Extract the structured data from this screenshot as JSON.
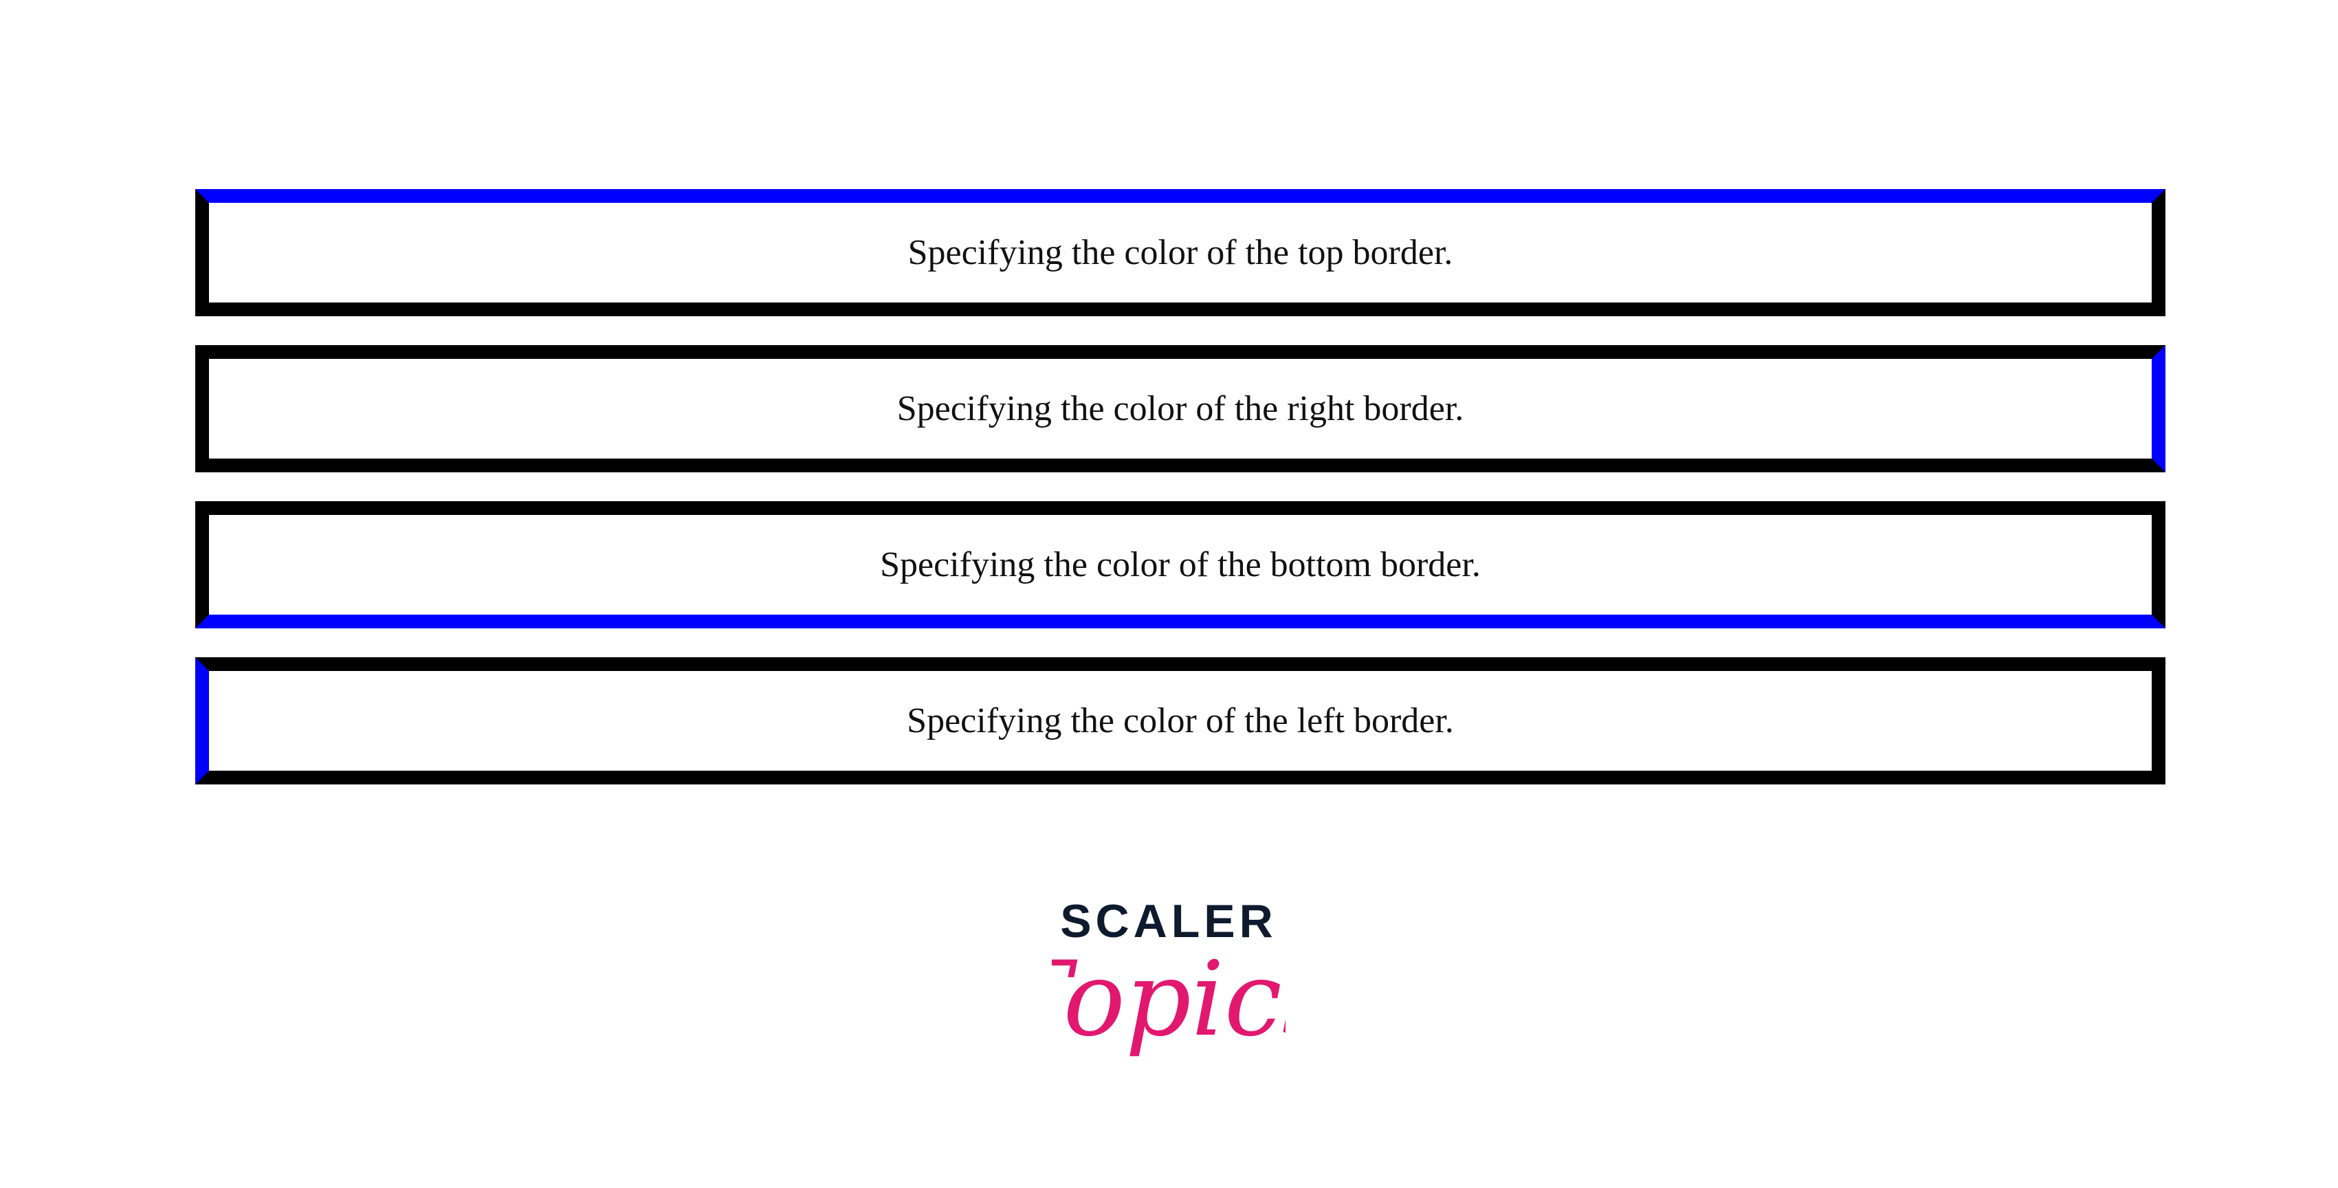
{
  "boxes": [
    {
      "id": "top",
      "text": "Specifying the color of the top border.",
      "highlight_side": "top"
    },
    {
      "id": "right",
      "text": "Specifying the color of the right border.",
      "highlight_side": "right"
    },
    {
      "id": "bottom",
      "text": "Specifying the color of the bottom border.",
      "highlight_side": "bottom"
    },
    {
      "id": "left",
      "text": "Specifying the color of the left border.",
      "highlight_side": "left"
    }
  ],
  "colors": {
    "border_default": "#000000",
    "border_highlight": "#0000ff",
    "logo_dark": "#0e1a2e",
    "logo_pink": "#e2186f"
  },
  "logo": {
    "line1": "SCALER",
    "line2": "Topics"
  }
}
